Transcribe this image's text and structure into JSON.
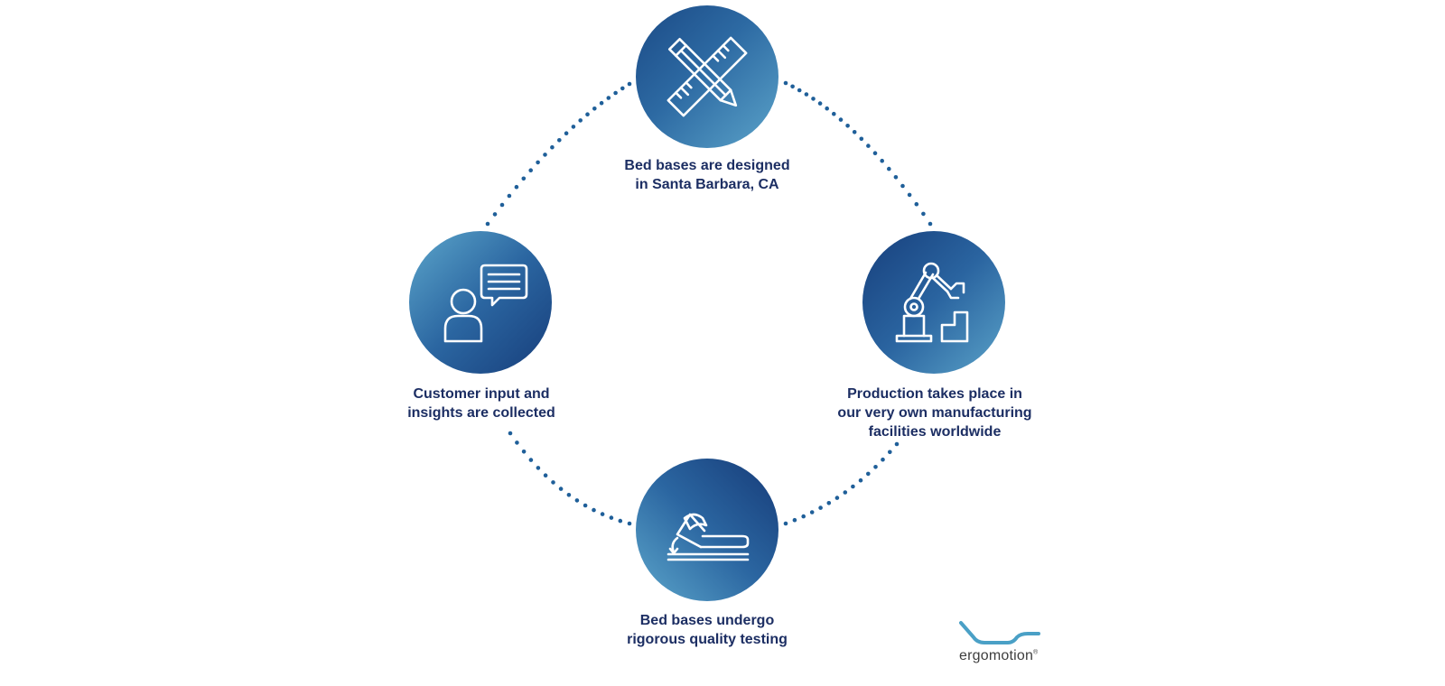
{
  "steps": {
    "design": {
      "lines": [
        "Bed bases are designed",
        "in Santa Barbara, CA"
      ],
      "icon": "pencil-ruler-icon"
    },
    "production": {
      "lines": [
        "Production takes place in",
        "our very own manufacturing",
        "facilities worldwide"
      ],
      "icon": "robot-arm-icon"
    },
    "testing": {
      "lines": [
        "Bed bases undergo",
        "rigorous quality testing"
      ],
      "icon": "adjustable-bed-icon"
    },
    "feedback": {
      "lines": [
        "Customer input and",
        "insights are collected"
      ],
      "icon": "person-speech-bubble-icon"
    }
  },
  "logo": {
    "name": "ergomotion",
    "mark": "®"
  },
  "colors": {
    "dots": "#1f5f99",
    "label": "#1c2e63",
    "circle_dark": "#173e7b",
    "circle_light": "#5ca6cb",
    "logo_mark": "#4aa0c6"
  }
}
